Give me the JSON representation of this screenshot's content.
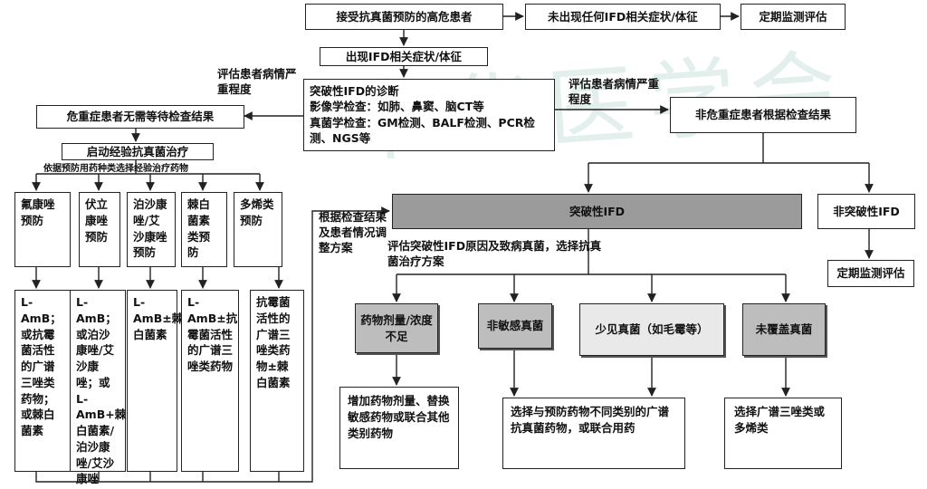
{
  "watermark": "中华医学会",
  "nodes": {
    "high_risk": "接受抗真菌预防的高危患者",
    "no_symptom": "未出现任何IFD相关症状/体征",
    "monitor_top": "定期监测评估",
    "symptom": "出现IFD相关症状/体征",
    "diagnosis": "突破性IFD的诊断\n影像学检查：如肺、鼻窦、脑CT等\n真菌学检查：GM检测、BALF检测、PCR检测、NGS等",
    "critical": "危重症患者无需等待检查结果",
    "noncritical": "非危重症患者根据检查结果",
    "empirical": "启动经验抗真菌治疗",
    "proph_fluconazole": "氟康唑预防",
    "proph_voriconazole": "伏立康唑预防",
    "proph_posa_isav": "泊沙康唑/艾沙康唑预防",
    "proph_echinocandin": "棘白菌素类预防",
    "proph_polyene": "多烯类预防",
    "treat_1": "L-AmB；或抗霉菌活性的广谱三唑类药物；或棘白菌素",
    "treat_2": "L-AmB；或泊沙康唑/艾沙康唑；或L-AmB+棘白菌素/泊沙康唑/艾沙康唑",
    "treat_3": "L-AmB±棘白菌素",
    "treat_4": "L-AmB±抗霉菌活性的广谱三唑类药物",
    "treat_5": "抗霉菌活性的广谱三唑类药物±棘白菌素",
    "breakthrough": "突破性IFD",
    "non_breakthrough": "非突破性IFD",
    "monitor_right": "定期监测评估",
    "cause_dose": "药物剂量/浓度不足",
    "cause_nonsens": "非敏感真菌",
    "cause_rare": "少见真菌（如毛霉等）",
    "cause_uncovered": "未覆盖真菌",
    "action_dose": "增加药物剂量、替换敏感药物或联合其他类别药物",
    "action_rare": "选择与预防药物不同类别的广谱抗真菌药物，或联合用药",
    "action_uncovered": "选择广谱三唑类或多烯类"
  },
  "labels": {
    "assess_left": "评估患者病情严重程度",
    "assess_right": "评估患者病情严重程度",
    "select_drug": "依据预防用药种类选择经验治疗药物",
    "adjust": "根据检查结果及患者情况调整方案",
    "evaluate": "评估突破性IFD原因及致病真菌，选择抗真菌治疗方案"
  }
}
